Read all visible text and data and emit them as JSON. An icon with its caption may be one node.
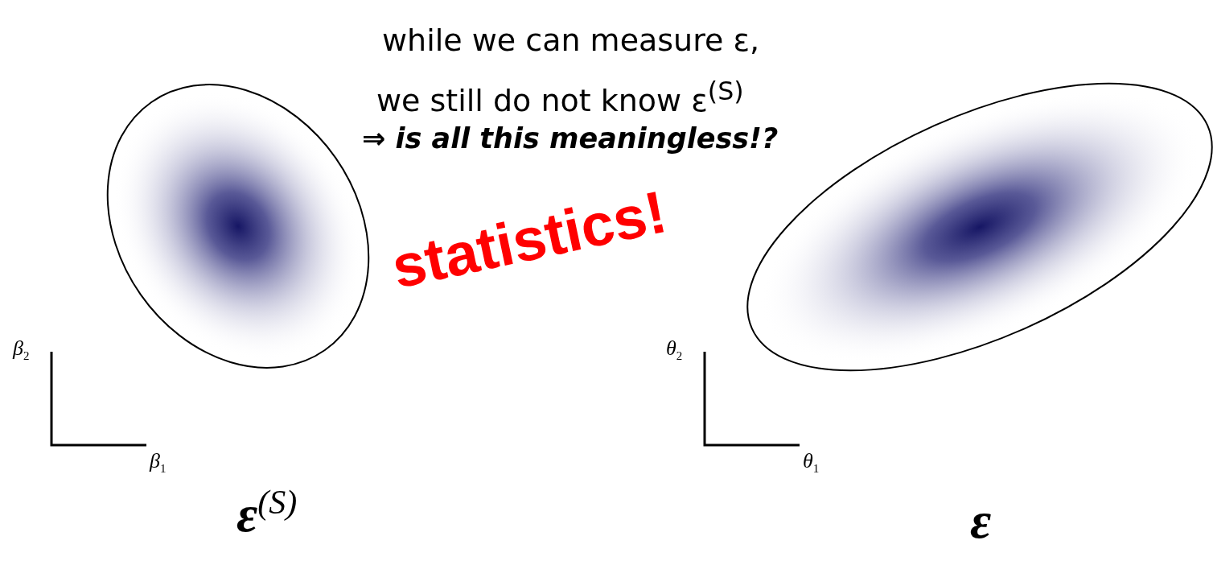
{
  "diagram": {
    "labels": [
      "while we can measure ε,",
      "we still do not know ε$^{(S)}$",
      "⇒ is all this meaningless!?",
      "statistics!",
      "β$_{2}$",
      "β$_{1}$",
      "θ$_{2}$",
      "θ$_{1}$",
      "ε$^{(S)}$",
      "ε"
    ]
  }
}
